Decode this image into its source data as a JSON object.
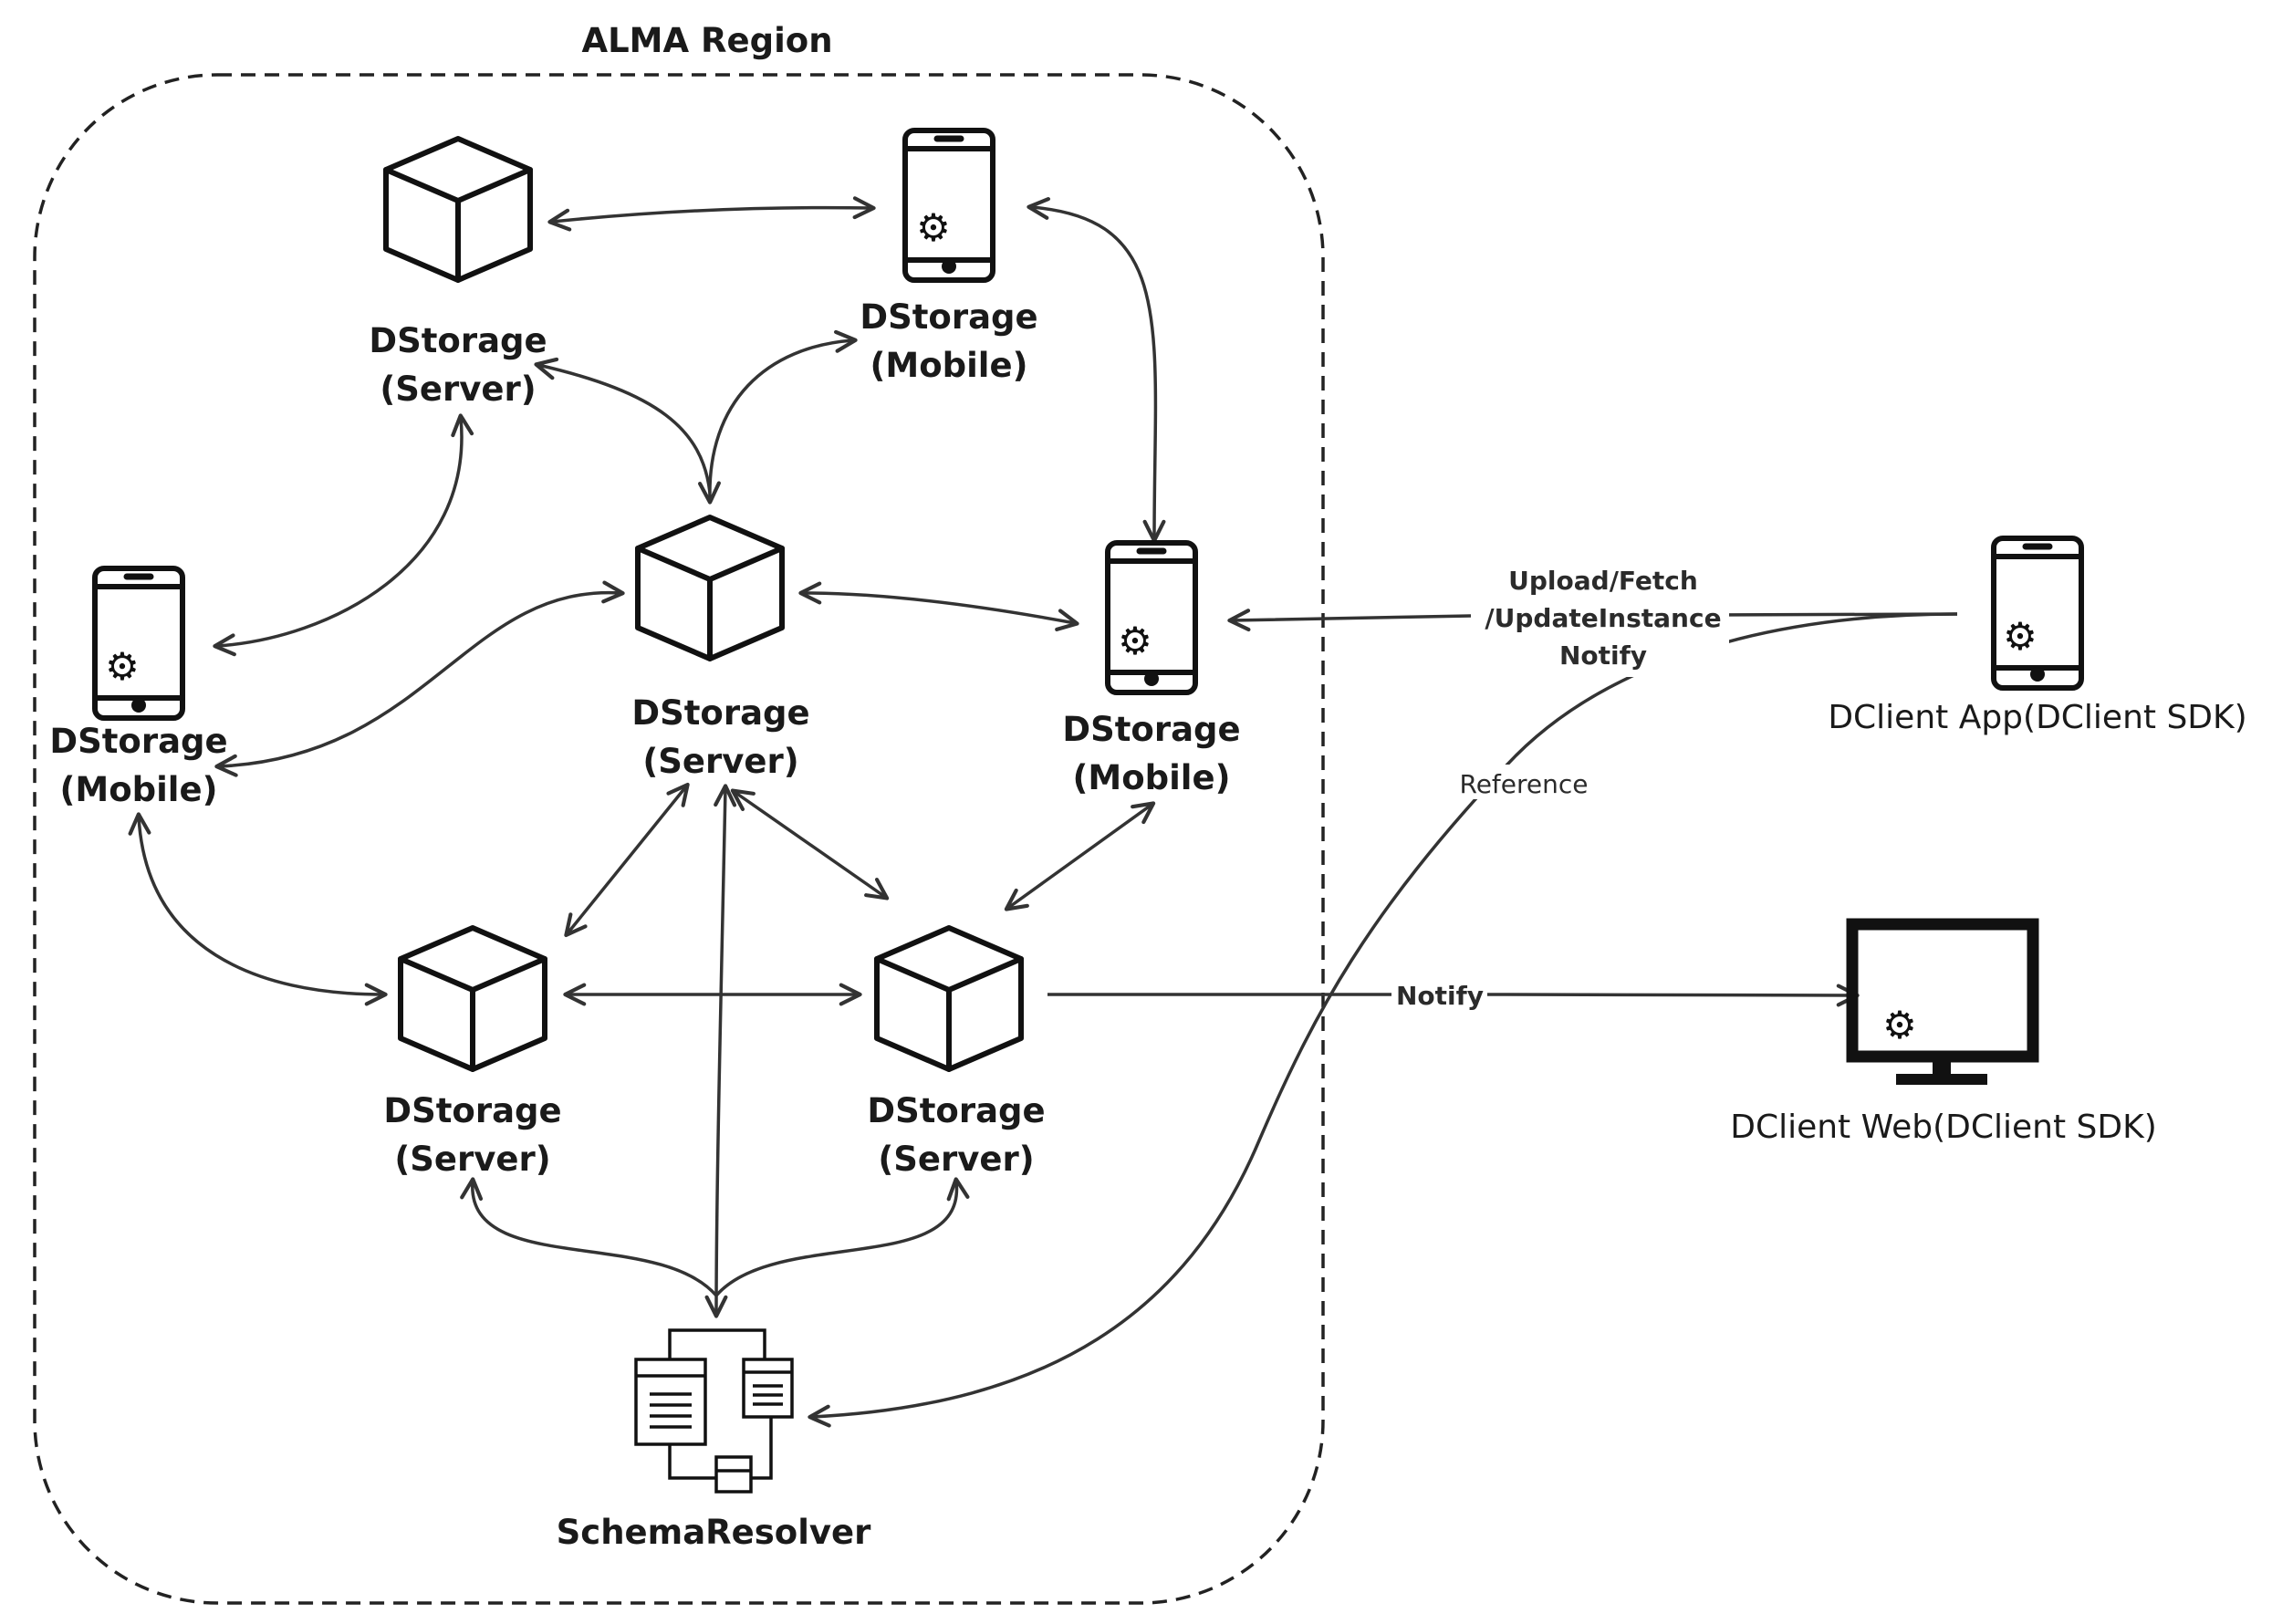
{
  "region": {
    "title": "ALMA Region"
  },
  "nodes": {
    "server_top": {
      "line1": "DStorage",
      "line2": "(Server)",
      "icon": "cube-icon"
    },
    "mobile_top": {
      "line1": "DStorage",
      "line2": "(Mobile)",
      "icon": "mobile-phone-icon"
    },
    "mobile_left": {
      "line1": "DStorage",
      "line2": "(Mobile)",
      "icon": "mobile-phone-icon"
    },
    "server_center": {
      "line1": "DStorage",
      "line2": "(Server)",
      "icon": "cube-icon"
    },
    "mobile_right": {
      "line1": "DStorage",
      "line2": "(Mobile)",
      "icon": "mobile-phone-icon"
    },
    "server_bottom_left": {
      "line1": "DStorage",
      "line2": "(Server)",
      "icon": "cube-icon"
    },
    "server_bottom_right": {
      "line1": "DStorage",
      "line2": "(Server)",
      "icon": "cube-icon"
    },
    "schema_resolver": {
      "label": "SchemaResolver",
      "icon": "component-icon"
    },
    "client_app": {
      "label": "DClient App(DClient SDK)",
      "icon": "mobile-phone-icon"
    },
    "client_web": {
      "label": "DClient Web(DClient SDK)",
      "icon": "monitor-icon"
    }
  },
  "edges": {
    "upload": {
      "line1": "Upload/Fetch",
      "line2": "/UpdateInstance",
      "line3": "Notify"
    },
    "reference": {
      "label": "Reference"
    },
    "notify_web": {
      "label": "Notify"
    }
  }
}
